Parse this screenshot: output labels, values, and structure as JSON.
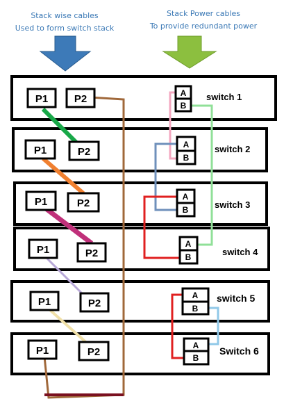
{
  "header": {
    "left_caption_line1": "Stack wise cables",
    "left_caption_line2": "Used to form switch stack",
    "right_caption_line1": "Stack Power cables",
    "right_caption_line2": "To provide redundant power"
  },
  "colors": {
    "left_arrow": "#3d7ab8",
    "right_arrow": "#8cbf3f",
    "stack_ring_cable": "#a0683a",
    "ring_bottom_cable": "#7a1020"
  },
  "switches": [
    {
      "label": "switch 1",
      "p1": "P1",
      "p2": "P2",
      "pa": "A",
      "pb": "B",
      "stack_cable_color": "#18a848"
    },
    {
      "label": "switch 2",
      "p1": "P1",
      "p2": "P2",
      "pa": "A",
      "pb": "B",
      "stack_cable_color": "#f08030"
    },
    {
      "label": "switch 3",
      "p1": "P1",
      "p2": "P2",
      "pa": "A",
      "pb": "B",
      "stack_cable_color": "#c0307a"
    },
    {
      "label": "switch 4",
      "p1": "P1",
      "p2": "P2",
      "pa": "A",
      "pb": "B",
      "stack_cable_color": "#b8a8d8"
    },
    {
      "label": "switch 5",
      "p1": "P1",
      "p2": "P2",
      "pa": "A",
      "pb": "B",
      "stack_cable_color": "#f0e0a8"
    },
    {
      "label": "Switch 6",
      "p1": "P1",
      "p2": "P2",
      "pa": "A",
      "pb": "B"
    }
  ],
  "power_cables": [
    {
      "from": "switch 1 A",
      "to": "switch 2 B",
      "color": "#f4a8c0"
    },
    {
      "from": "switch 1 B",
      "to": "switch 4 A",
      "color": "#90e098"
    },
    {
      "from": "switch 2 A",
      "to": "switch 3 B",
      "color": "#6f90bb"
    },
    {
      "from": "switch 3 A",
      "to": "switch 4 B",
      "color": "#e02020"
    },
    {
      "from": "switch 5 A",
      "to": "switch 6 B",
      "color": "#e02020"
    },
    {
      "from": "switch 5 B",
      "to": "switch 6 A",
      "color": "#90c8e8"
    }
  ]
}
